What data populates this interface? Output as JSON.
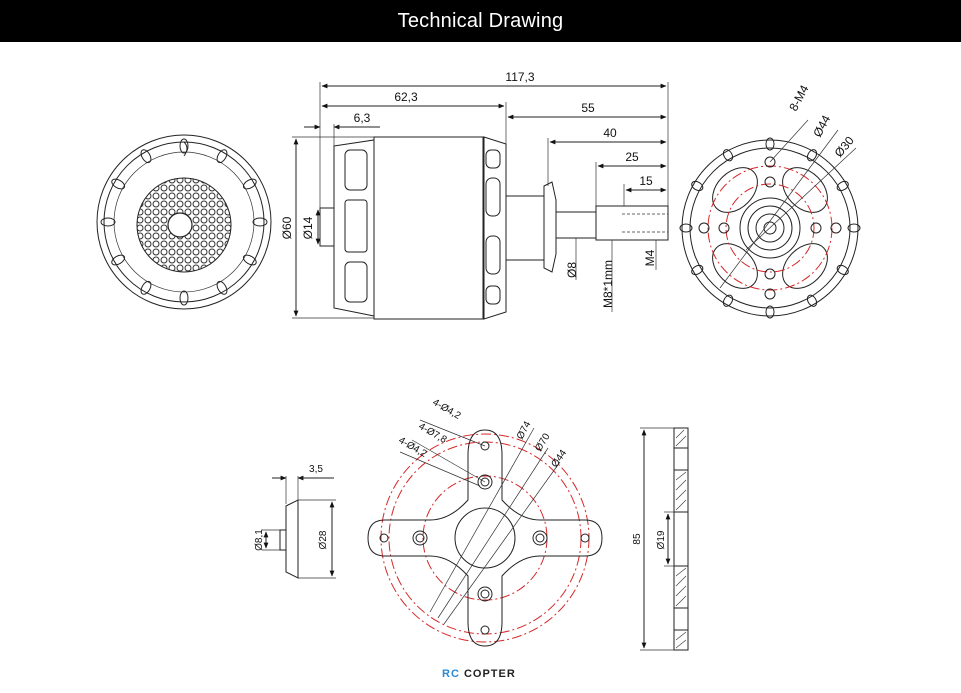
{
  "header": {
    "title": "Technical Drawing"
  },
  "dimensions": {
    "total_length": "117,3",
    "body_length": "62,3",
    "rear_cap": "6,3",
    "shaft_55": "55",
    "shaft_40": "40",
    "shaft_25": "25",
    "shaft_15": "15",
    "dia_60": "Ø60",
    "dia_14": "Ø14",
    "dia_8": "Ø8",
    "thread": "M8*1mm",
    "m4": "M4",
    "front_holes": "8-M4",
    "front_44": "Ø44",
    "front_30": "Ø30",
    "mount_holes_a": "4-Ø4,2",
    "mount_holes_b": "4-Ø7,8",
    "mount_holes_c": "4-Ø4,2",
    "mount_74": "Ø74",
    "mount_70": "Ø70",
    "mount_44": "Ø44",
    "collar_35": "3,5",
    "collar_81": "Ø8,1",
    "collar_28": "Ø28",
    "plate_85": "85",
    "plate_19": "Ø19"
  },
  "logo": {
    "rc": "RC",
    "copter": "COPTER"
  },
  "colors": {
    "header_bg": "#000000",
    "header_text": "#ffffff",
    "centerline": "#d62828",
    "logo_accent": "#2a8ad4"
  }
}
